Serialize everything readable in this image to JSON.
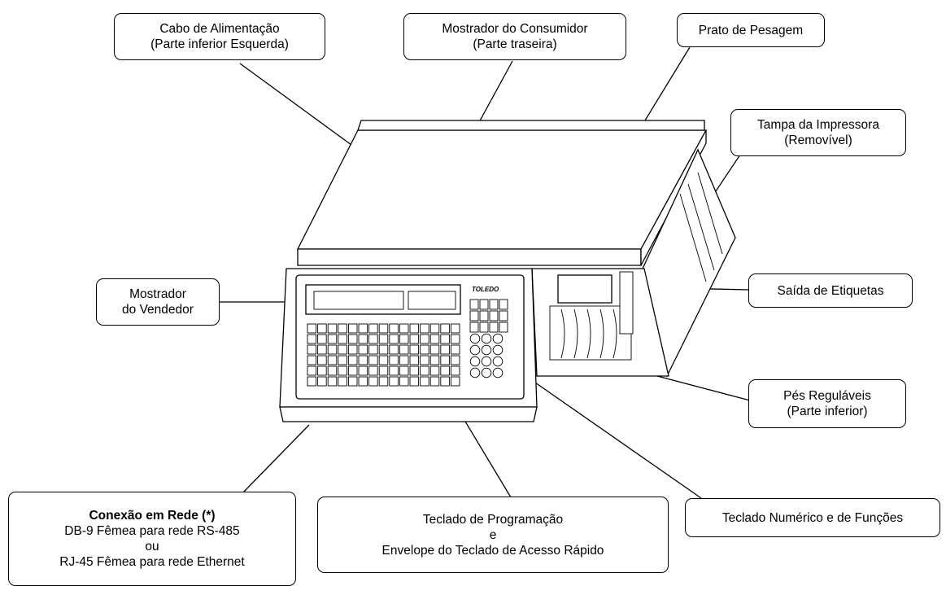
{
  "labels": {
    "power_cable": {
      "line1": "Cabo de Alimentação",
      "line2": "(Parte inferior Esquerda)"
    },
    "customer_display": {
      "line1": "Mostrador do Consumidor",
      "line2": "(Parte traseira)"
    },
    "weighing_plate": {
      "line1": "Prato de Pesagem"
    },
    "printer_cover": {
      "line1": "Tampa da Impressora",
      "line2": "(Removível)"
    },
    "seller_display": {
      "line1": "Mostrador",
      "line2": "do Vendedor"
    },
    "label_output": {
      "line1": "Saída de Etiquetas"
    },
    "adjustable_feet": {
      "line1": "Pés Reguláveis",
      "line2": "(Parte inferior)"
    },
    "network_connection": {
      "title": "Conexão em Rede (*)",
      "line2": "DB-9 Fêmea para rede RS-485",
      "line3": "ou",
      "line4": "RJ-45 Fêmea para rede Ethernet"
    },
    "programming_keyboard": {
      "line1": "Teclado de Programação",
      "line2": "e",
      "line3": "Envelope do Teclado de Acesso Rápido"
    },
    "numeric_keyboard": {
      "line1": "Teclado Numérico e de Funções"
    }
  },
  "scale": {
    "brand": "TOLEDO"
  }
}
